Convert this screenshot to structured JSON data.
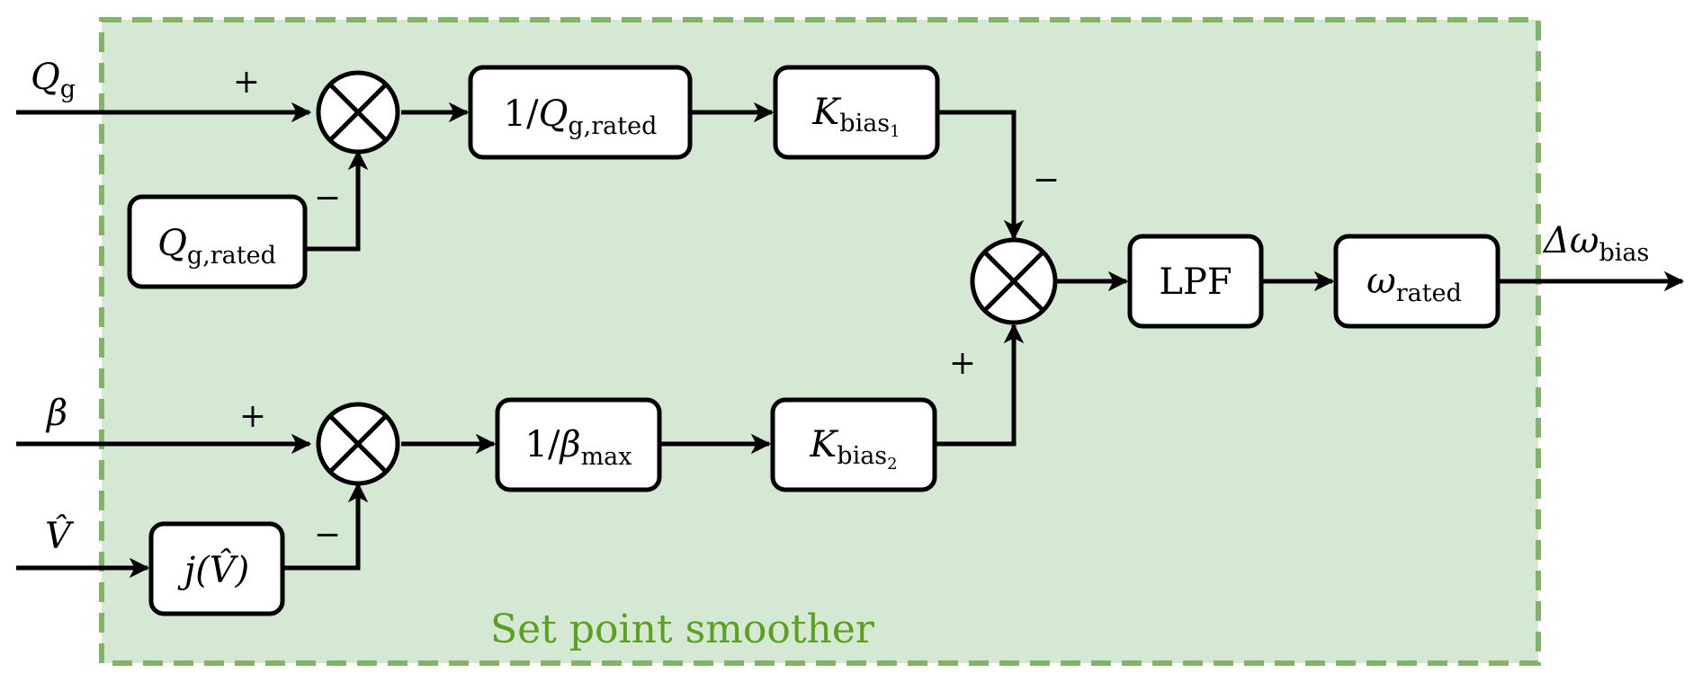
{
  "colors": {
    "region_fill": "#d5e8d4",
    "region_border": "#82b366",
    "region_title": "#5ba01f",
    "line": "#000000",
    "box_fill": "#ffffff"
  },
  "region": {
    "title": "Set point smoother"
  },
  "inputs": {
    "qg": {
      "main": "Q",
      "sub": "g"
    },
    "beta": {
      "main": "β"
    },
    "vhat": {
      "main": "V̂"
    }
  },
  "output": {
    "main": "Δω",
    "sub": "bias"
  },
  "blocks": {
    "qg_rated": {
      "main": "Q",
      "sub": "g,rated"
    },
    "inv_qg_rated": {
      "prefix": "1/",
      "main": "Q",
      "sub": "g,rated"
    },
    "k_bias1": {
      "main": "K",
      "sub": "bias",
      "subsub": "1"
    },
    "j_vhat": {
      "text": "j(V̂)"
    },
    "inv_beta_max": {
      "prefix": "1/",
      "main": "β",
      "sub": "max"
    },
    "k_bias2": {
      "main": "K",
      "sub": "bias",
      "subsub": "2"
    },
    "lpf": {
      "text": "LPF"
    },
    "omega_rated": {
      "main": "ω",
      "sub": "rated"
    }
  },
  "signs": {
    "qg_plus": "+",
    "qg_rated_minus": "−",
    "beta_plus": "+",
    "j_minus": "−",
    "k1_minus": "−",
    "k2_plus": "+"
  }
}
